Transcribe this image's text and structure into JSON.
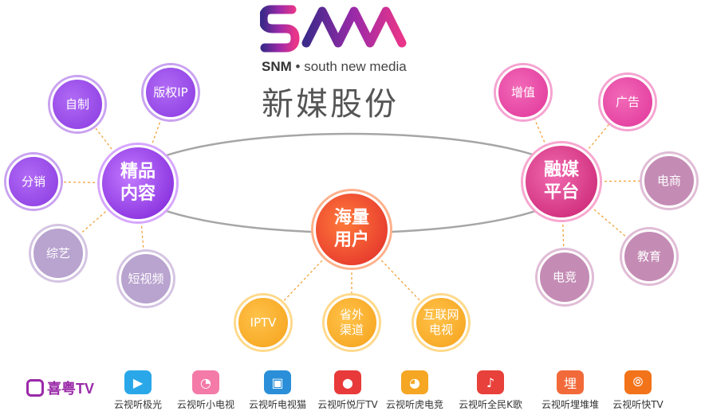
{
  "logo": {
    "mark": "SNM",
    "brand_short": "SNM",
    "brand_full": "south new media",
    "company_name": "新媒股份"
  },
  "diagram": {
    "hubs": {
      "content": "精品\n内容",
      "platform": "融媒\n平台",
      "users": "海量\n用户"
    },
    "content_satellites": [
      "自制",
      "版权IP",
      "分销",
      "综艺",
      "短视频"
    ],
    "platform_satellites": [
      "增值",
      "广告",
      "电商",
      "教育",
      "电竞"
    ],
    "user_satellites": [
      "IPTV",
      "省外\n渠道",
      "互联网\n电视"
    ]
  },
  "brands": [
    {
      "label": "喜粤TV",
      "icon": "xiyue-tv-logo",
      "color": "#9a2aa8"
    },
    {
      "label": "云视听极光",
      "icon": "play-triangle-icon",
      "color": "#2aa7e8"
    },
    {
      "label": "云视听小电视",
      "icon": "tv-face-icon",
      "color": "#f47aa8"
    },
    {
      "label": "云视听电视猫",
      "icon": "cat-tv-icon",
      "color": "#2a8fd8"
    },
    {
      "label": "云视听悦厅TV",
      "icon": "cloud-play-icon",
      "color": "#e83a3a"
    },
    {
      "label": "云视听虎电竞",
      "icon": "tiger-face-icon",
      "color": "#f5a623"
    },
    {
      "label": "云视听全民K歌",
      "icon": "music-note-icon",
      "color": "#e8403a"
    },
    {
      "label": "云视听埋堆堆",
      "icon": "mai-icon",
      "color": "#f26a3a"
    },
    {
      "label": "云视听快TV",
      "icon": "kuaishou-icon",
      "color": "#f2731a"
    }
  ]
}
